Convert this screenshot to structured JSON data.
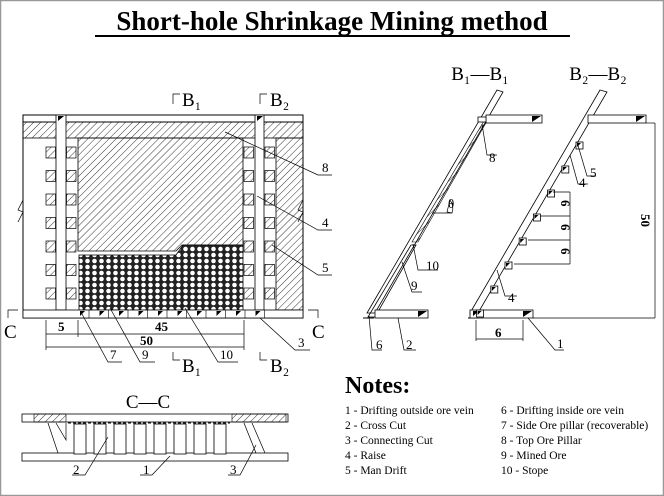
{
  "title": "Short-hole Shrinkage Mining method",
  "plan": {
    "section_b1_top": "B₁",
    "section_b2_top": "B₂",
    "section_b1_bottom": "B₁",
    "section_b2_bottom": "B₂",
    "section_c_left": "C",
    "section_c_right": "C",
    "dim_5": "5",
    "dim_45": "45",
    "dim_50": "50",
    "callouts": {
      "c8": "8",
      "c4": "4",
      "c5": "5",
      "c3": "3",
      "c7": "7",
      "c9": "9",
      "c10": "10"
    }
  },
  "section_b1": {
    "title": "B₁—B₁",
    "angle": "θ",
    "callouts": {
      "c8": "8",
      "c10": "10",
      "c9": "9",
      "c6": "6",
      "c2": "2"
    }
  },
  "section_b2": {
    "title": "B₂—B₂",
    "dim_height": "50",
    "dim_step_1": "6",
    "dim_step_2": "6",
    "dim_step_3": "6",
    "dim_width": "6",
    "callouts": {
      "c5": "5",
      "c4a": "4",
      "c4b": "4",
      "c1": "1"
    }
  },
  "section_cc": {
    "title": "C—C",
    "callouts": {
      "c2": "2",
      "c1": "1",
      "c3": "3"
    }
  },
  "notes": {
    "heading": "Notes:",
    "items": [
      "1 - Drifting outside ore vein",
      "2 - Cross Cut",
      "3 - Connecting Cut",
      "4 - Raise",
      "5 - Man Drift",
      "6 - Drifting inside ore vein",
      "7 - Side Ore pillar (recoverable)",
      "8 - Top Ore Pillar",
      "9 - Mined Ore",
      "10 - Stope"
    ]
  }
}
